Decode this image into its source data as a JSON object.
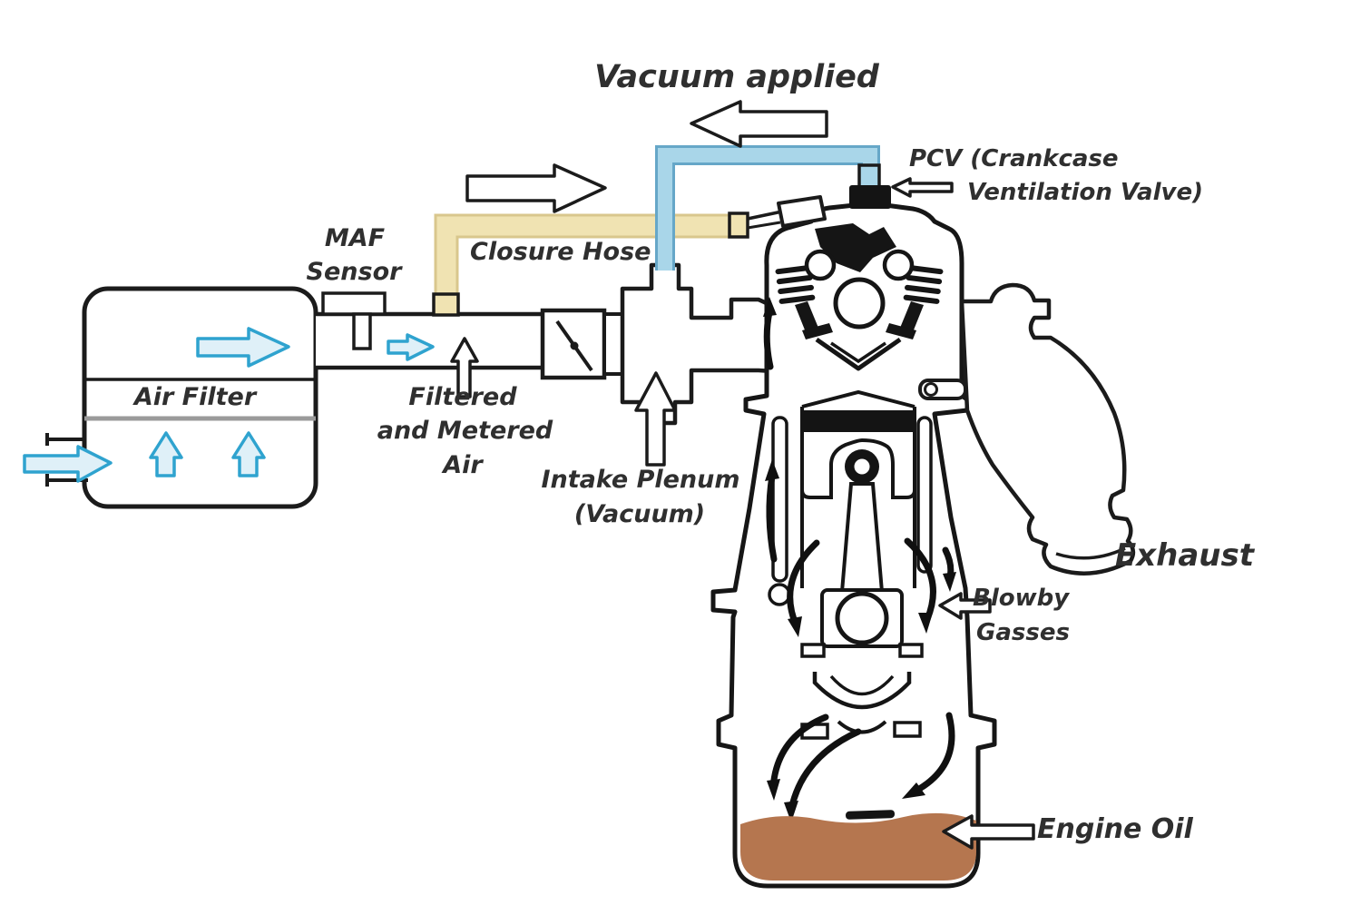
{
  "diagram": {
    "title_labels": {
      "vacuum_applied": "Vacuum applied",
      "pcv_line1": "PCV (Crankcase",
      "pcv_line2": "Ventilation Valve)",
      "maf_line1": "MAF",
      "maf_line2": "Sensor",
      "closure_hose": "Closure Hose",
      "air_filter": "Air Filter",
      "filtered_air_line1": "Filtered",
      "filtered_air_line2": "and Metered",
      "filtered_air_line3": "Air",
      "intake_plenum_line1": "Intake Plenum",
      "intake_plenum_line2": "(Vacuum)",
      "exhaust": "Exhaust",
      "blowby_line1": "Blowby",
      "blowby_line2": "Gasses",
      "engine_oil": "Engine Oil"
    },
    "colors": {
      "vacuum_hose_blue": "#a9d6e9",
      "vacuum_hose_edge": "#66a7c8",
      "closure_hose_beige": "#f0e3b2",
      "closure_hose_edge": "#d9c78d",
      "airflow_arrow_blue": "#2fa3cf",
      "engine_oil_brown": "#b5764f",
      "line_black": "#1b1b1b",
      "text_gray": "#2f2f2f"
    }
  }
}
